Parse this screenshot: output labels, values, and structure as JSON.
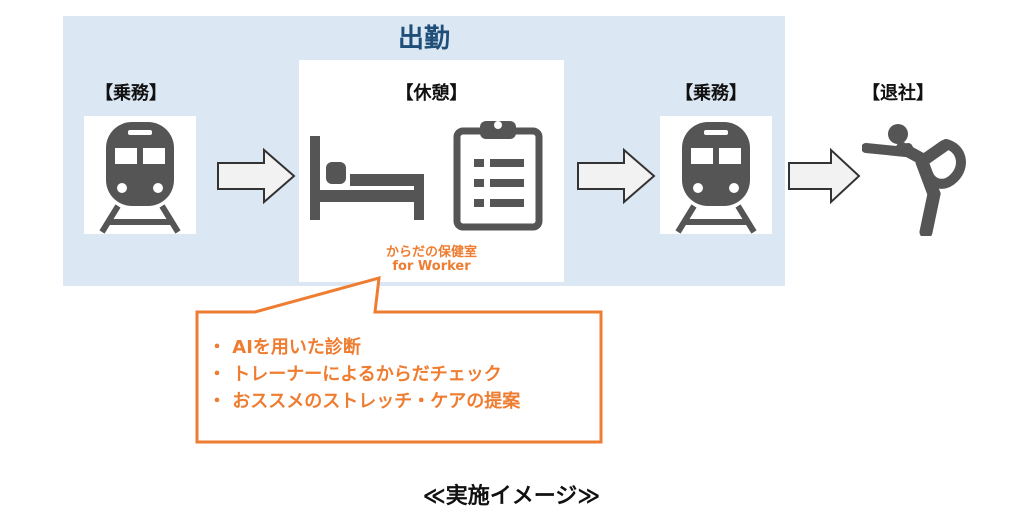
{
  "work_area": {
    "title": "出勤"
  },
  "steps": [
    {
      "label": "【乗務】",
      "icon": "train-icon"
    },
    {
      "label": "【休憩】",
      "icons": [
        "bed-icon",
        "clipboard-icon"
      ]
    },
    {
      "label": "【乗務】",
      "icon": "train-icon"
    },
    {
      "label": "【退社】",
      "icon": "yoga-pose-icon"
    }
  ],
  "service": {
    "name_line1": "からだの保健室",
    "name_line2": "for Worker"
  },
  "callout": {
    "items": [
      "・ AIを用いた診断",
      "・ トレーナーによるからだチェック",
      "・ おススメのストレッチ・ケアの提案"
    ]
  },
  "caption": "≪実施イメージ≫",
  "colors": {
    "work_area_bg": "#dce7f4",
    "title": "#1f4e79",
    "accent_orange": "#ee7d31",
    "icon_gray": "#555555"
  }
}
